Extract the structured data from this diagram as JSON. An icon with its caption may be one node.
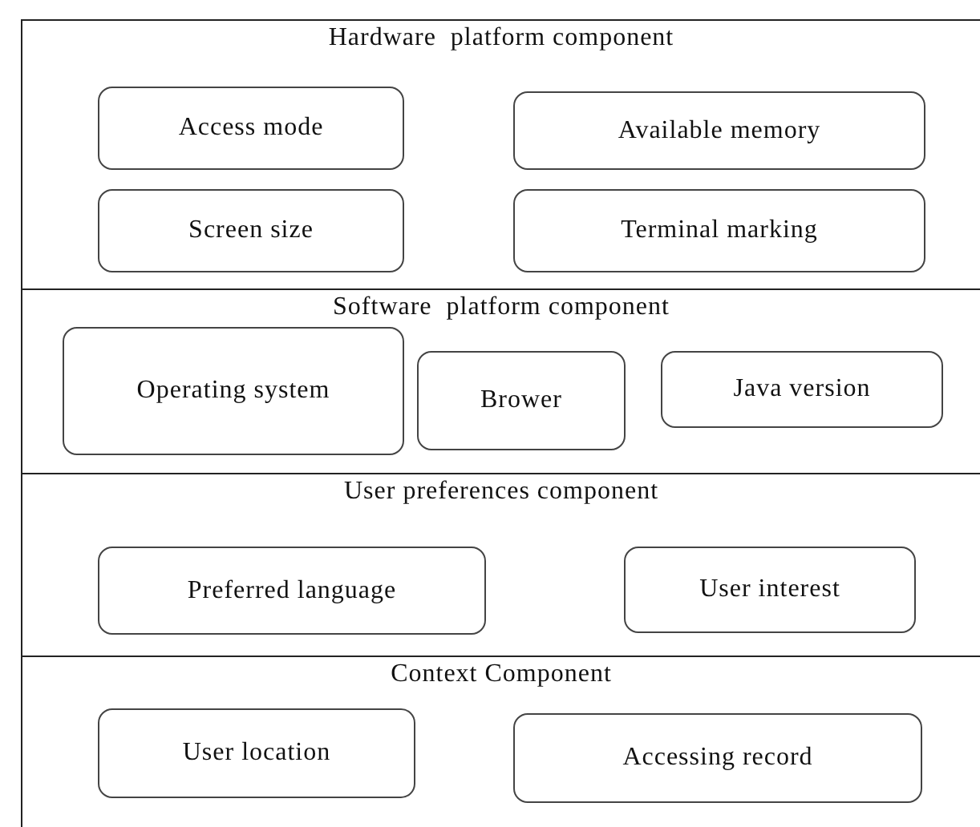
{
  "diagram": {
    "nodes": [
      {
        "text": [
          "Hardware  platform component"
        ]
      },
      {
        "text": [
          "Access mode"
        ],
        "in": 0
      },
      {
        "text": [
          "Available memory"
        ],
        "in": 0
      },
      {
        "text": [
          "Screen size"
        ],
        "in": 0
      },
      {
        "text": [
          "Terminal marking"
        ],
        "in": 0
      },
      {
        "text": [
          "Software  platform component"
        ]
      },
      {
        "text": [
          "Operating system"
        ],
        "in": 5
      },
      {
        "text": [
          "Brower"
        ],
        "in": 5
      },
      {
        "text": [
          "Java version"
        ],
        "in": 5
      },
      {
        "text": [
          "User preferences component"
        ]
      },
      {
        "text": [
          "Preferred language"
        ],
        "in": 9
      },
      {
        "text": [
          "User interest"
        ],
        "in": 9
      },
      {
        "text": [
          "Context Component"
        ]
      },
      {
        "text": [
          "User location"
        ],
        "in": 12
      },
      {
        "text": [
          "Accessing record"
        ],
        "in": 12
      }
    ]
  }
}
